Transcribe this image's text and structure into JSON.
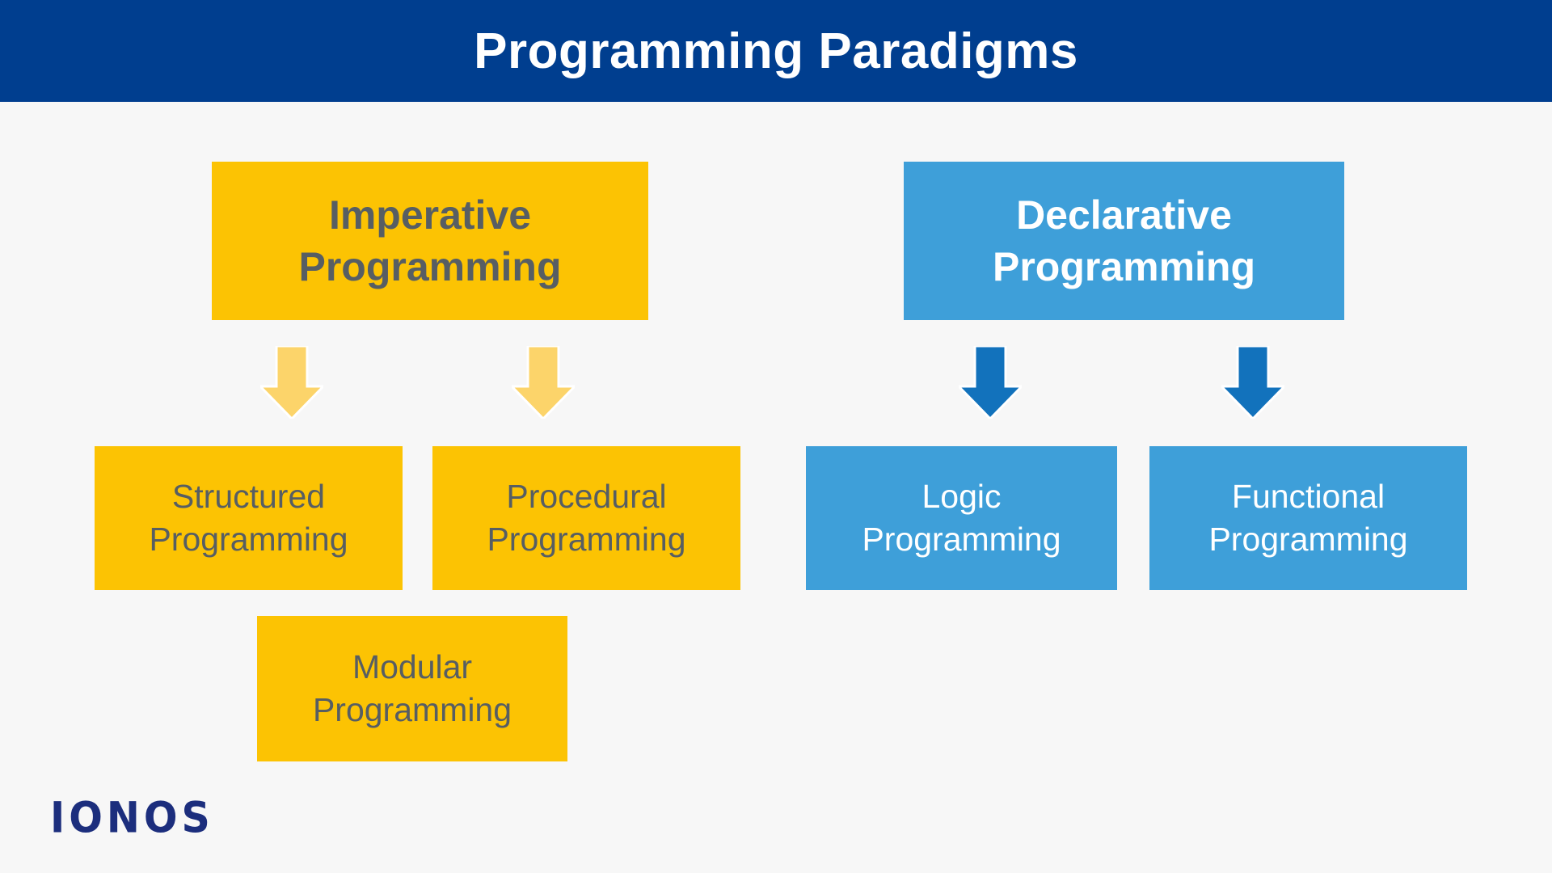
{
  "header": {
    "title": "Programming Paradigms"
  },
  "nodes": {
    "imperative": {
      "label": "Imperative\nProgramming"
    },
    "declarative": {
      "label": "Declarative\nProgramming"
    },
    "structured": {
      "label": "Structured\nProgramming"
    },
    "procedural": {
      "label": "Procedural\nProgramming"
    },
    "modular": {
      "label": "Modular\nProgramming"
    },
    "logic": {
      "label": "Logic\nProgramming"
    },
    "functional": {
      "label": "Functional\nProgramming"
    }
  },
  "branding": {
    "logo_text": "IONOS"
  },
  "colors": {
    "page_bg": "#F7F7F7",
    "header_bg": "#003E8F",
    "gold": "#FCC303",
    "blue": "#3E9FD9",
    "arrow_gold": "#FCD46A",
    "arrow_blue": "#1272BC",
    "dark_text": "#575E63",
    "logo_navy": "#1C2E7D"
  }
}
